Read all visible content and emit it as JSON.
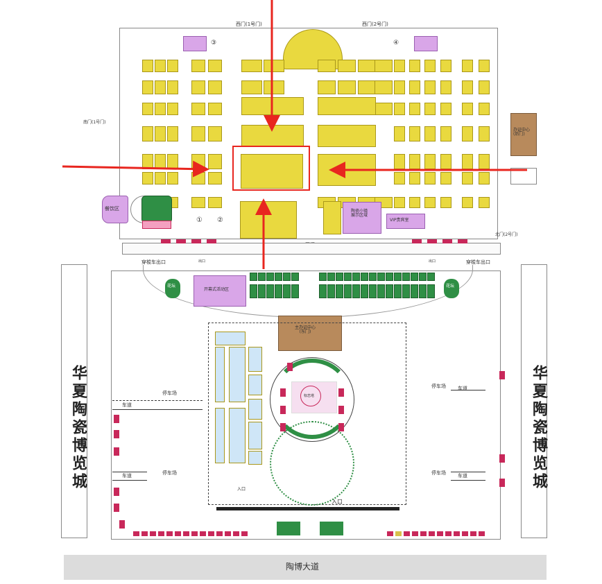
{
  "labels": {
    "west_gate_1": "西门(1号门)",
    "west_gate_2": "西门(2号门)",
    "south_gate_1": "南门(1号门)",
    "north_gate_2": "北门(2号门)",
    "office_center": "办证中心\n(后门)",
    "dining": "餐饮区",
    "ceramics_show": "陶瓷小镇\n展示区域",
    "vip": "VIP贵宾室",
    "main_gate": "正门",
    "shuttle_exit_left": "穿梭车出口",
    "shuttle_exit_right": "穿梭车出口",
    "exit_left": "出口",
    "exit_right": "出口",
    "garden_left": "花坛",
    "garden_right": "花坛",
    "exhibition_area": "开幕式活动区",
    "main_office": "主办证中心\n(东门)",
    "parking_left_top": "停车场",
    "parking_left_bottom": "停车场",
    "parking_right_top": "停车场",
    "parking_right_bottom": "停车场",
    "lane_left_top": "车道",
    "lane_left_bottom": "车道",
    "lane_right_top": "车道",
    "lane_right_bottom": "车道",
    "entrance": "入口",
    "bottom_entrance": "入口",
    "main_entrance_area": "标志塔",
    "city_name": "华夏陶瓷博览城",
    "avenue": "陶博大道",
    "zone3": "③",
    "zone4": "④",
    "zone1": "①",
    "zone2": "②"
  },
  "colors": {
    "booth_yellow": "#e9d93f",
    "booth_green": "#2f8f45",
    "purple": "#d9a6e8",
    "brown": "#b88a5c",
    "pink": "#c8285a",
    "light_blue": "#cfe6f7",
    "arrow_red": "#e8261f",
    "avenue_gray": "#dcdcdc"
  }
}
